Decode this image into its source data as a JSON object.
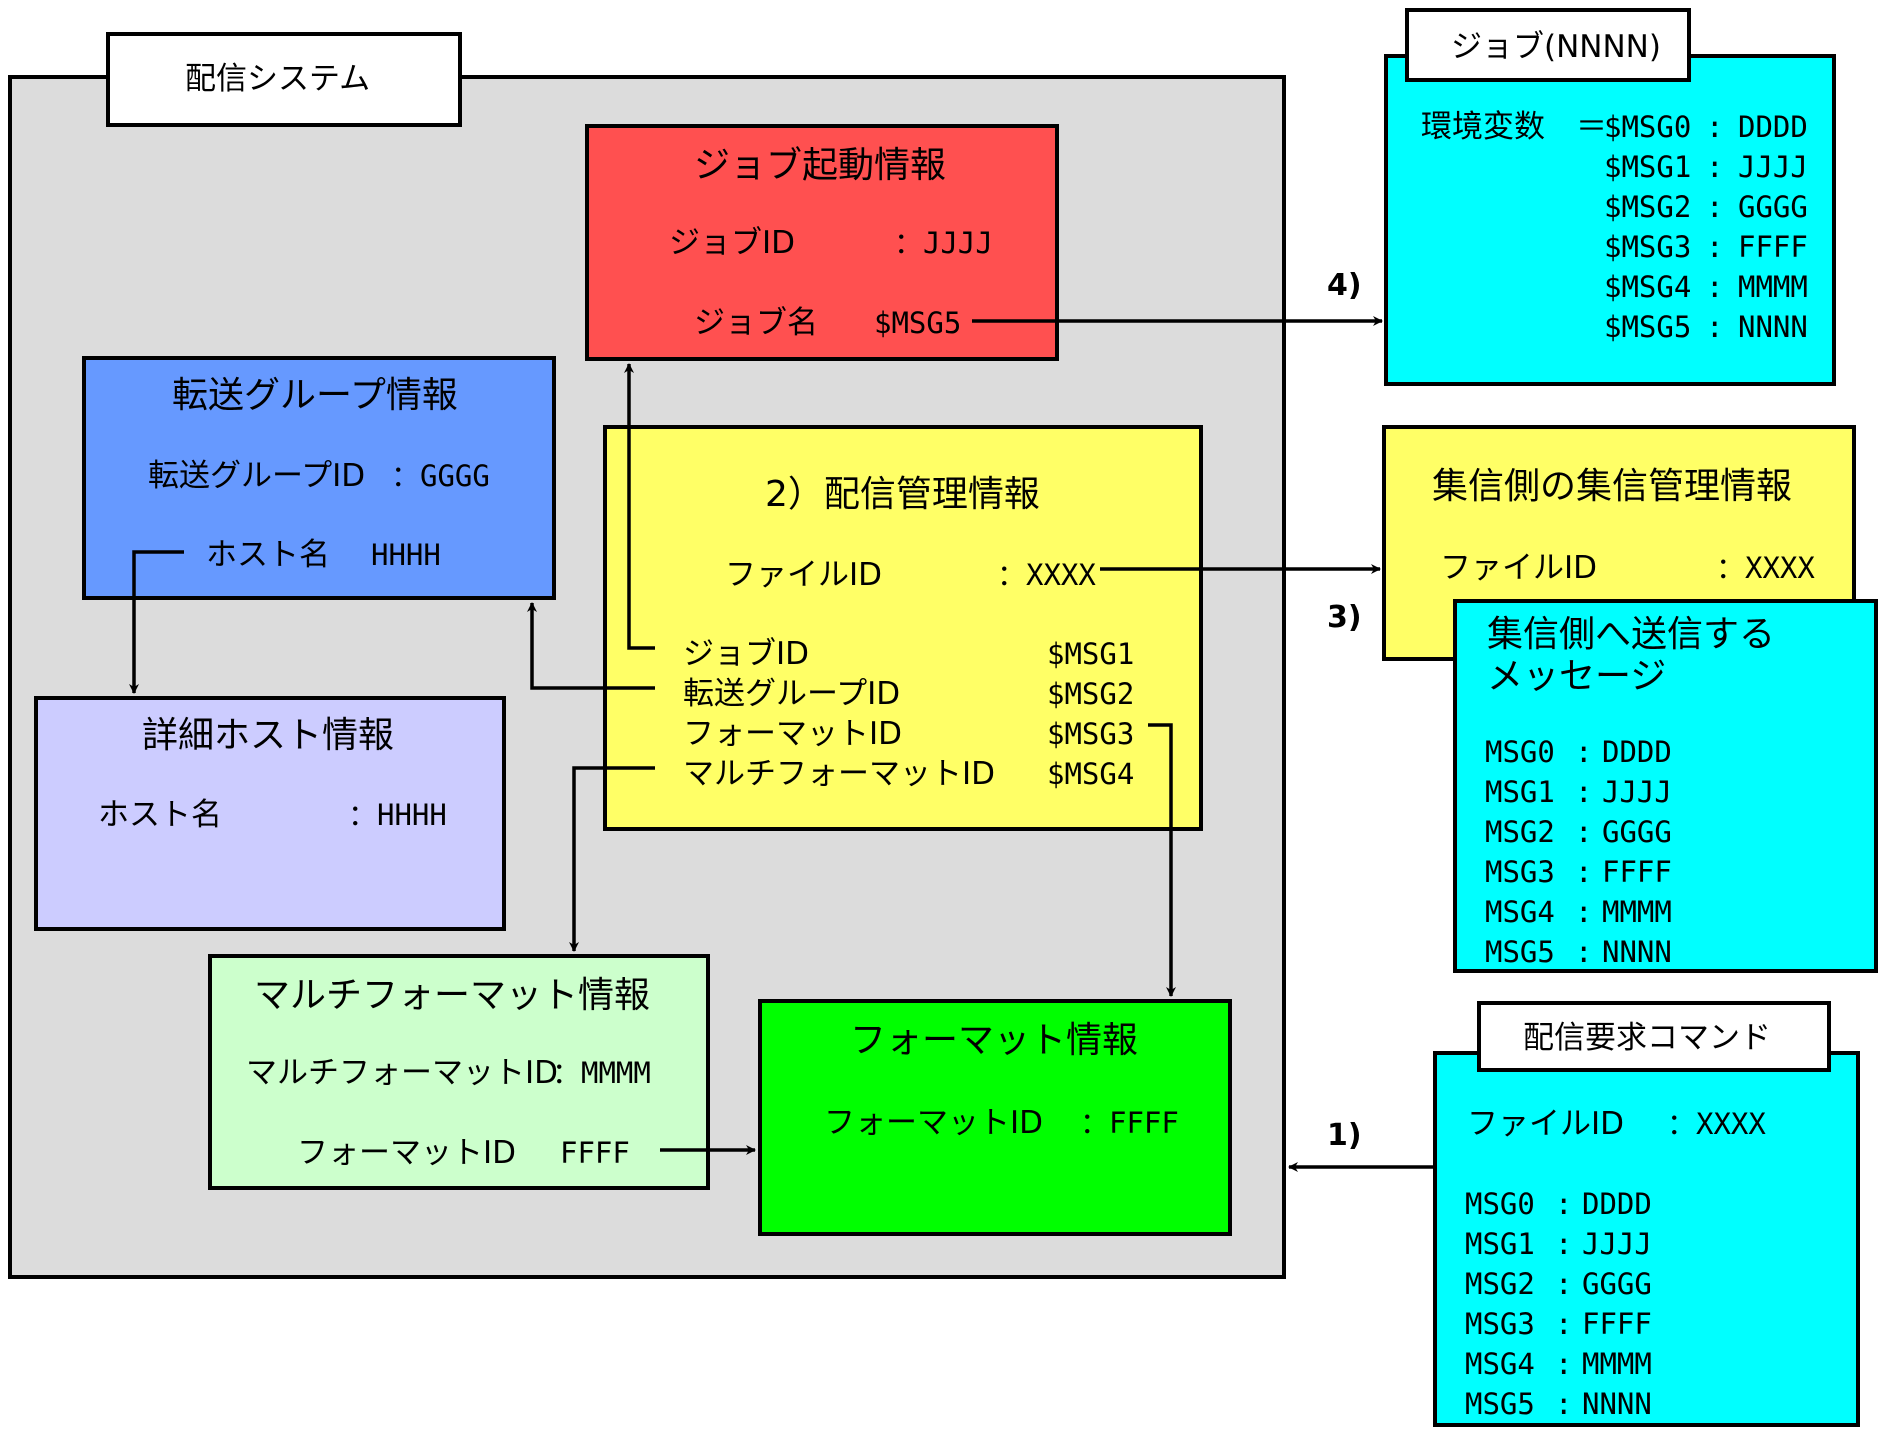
{
  "system": {
    "label": "配信システム",
    "color": "#dcdcdc"
  },
  "job_start": {
    "title": "ジョブ起動情報",
    "color": "#ff5050",
    "rows": [
      {
        "key": "ジョブID",
        "value": "：JJJJ"
      },
      {
        "key": "ジョブ名",
        "value": "$MSG5"
      }
    ]
  },
  "transfer_group": {
    "title": "転送グループ情報",
    "color": "#6699ff",
    "rows": [
      {
        "key": "転送グループID",
        "value": "：GGGG"
      },
      {
        "key": "ホスト名",
        "value": "HHHH"
      }
    ]
  },
  "delivery_mgmt": {
    "title": "2）配信管理情報",
    "color": "#ffff66",
    "file_id": {
      "key": "ファイルID",
      "value": "：XXXX"
    },
    "rows": [
      {
        "key": "ジョブID",
        "value": "$MSG1"
      },
      {
        "key": "転送グループID",
        "value": "$MSG2"
      },
      {
        "key": "フォーマットID",
        "value": "$MSG3"
      },
      {
        "key": "マルチフォーマットID",
        "value": "$MSG4"
      }
    ]
  },
  "host_detail": {
    "title": "詳細ホスト情報",
    "color": "#ccccff",
    "rows": [
      {
        "key": "ホスト名",
        "value": "：HHHH"
      }
    ]
  },
  "multi_format": {
    "title": "マルチフォーマット情報",
    "color": "#ccffcc",
    "rows": [
      {
        "key": "マルチフォーマットID",
        "value": "：MMMM"
      },
      {
        "key": "フォーマットID",
        "value": "FFFF"
      }
    ]
  },
  "format": {
    "title": "フォーマット情報",
    "color": "#00ff00",
    "rows": [
      {
        "key": "フォーマットID",
        "value": "：FFFF"
      }
    ]
  },
  "job": {
    "label": "ジョブ(NNNN)",
    "color": "#00ffff",
    "env_label": "環境変数　＝",
    "vars": [
      {
        "name": "$MSG0",
        "value": "DDDD"
      },
      {
        "name": "$MSG1",
        "value": "JJJJ"
      },
      {
        "name": "$MSG2",
        "value": "GGGG"
      },
      {
        "name": "$MSG3",
        "value": "FFFF"
      },
      {
        "name": "$MSG4",
        "value": "MMMM"
      },
      {
        "name": "$MSG5",
        "value": "NNNN"
      }
    ]
  },
  "collect_mgmt": {
    "title": "集信側の集信管理情報",
    "color": "#ffff66",
    "file_id": {
      "key": "ファイルID",
      "value": "：XXXX"
    }
  },
  "send_msg": {
    "title_line1": "集信側へ送信する",
    "title_line2": "メッセージ",
    "color": "#00ffff",
    "msgs": [
      {
        "name": "MSG0",
        "value": "DDDD"
      },
      {
        "name": "MSG1",
        "value": "JJJJ"
      },
      {
        "name": "MSG2",
        "value": "GGGG"
      },
      {
        "name": "MSG3",
        "value": "FFFF"
      },
      {
        "name": "MSG4",
        "value": "MMMM"
      },
      {
        "name": "MSG5",
        "value": "NNNN"
      }
    ]
  },
  "command": {
    "label": "配信要求コマンド",
    "color": "#00ffff",
    "file_id": {
      "key": "ファイルID",
      "value": "：XXXX"
    },
    "msgs": [
      {
        "name": "MSG0",
        "value": "DDDD"
      },
      {
        "name": "MSG1",
        "value": "JJJJ"
      },
      {
        "name": "MSG2",
        "value": "GGGG"
      },
      {
        "name": "MSG3",
        "value": "FFFF"
      },
      {
        "name": "MSG4",
        "value": "MMMM"
      },
      {
        "name": "MSG5",
        "value": "NNNN"
      }
    ]
  },
  "steps": {
    "s1": "1)",
    "s3": "3)",
    "s4": "4)"
  }
}
